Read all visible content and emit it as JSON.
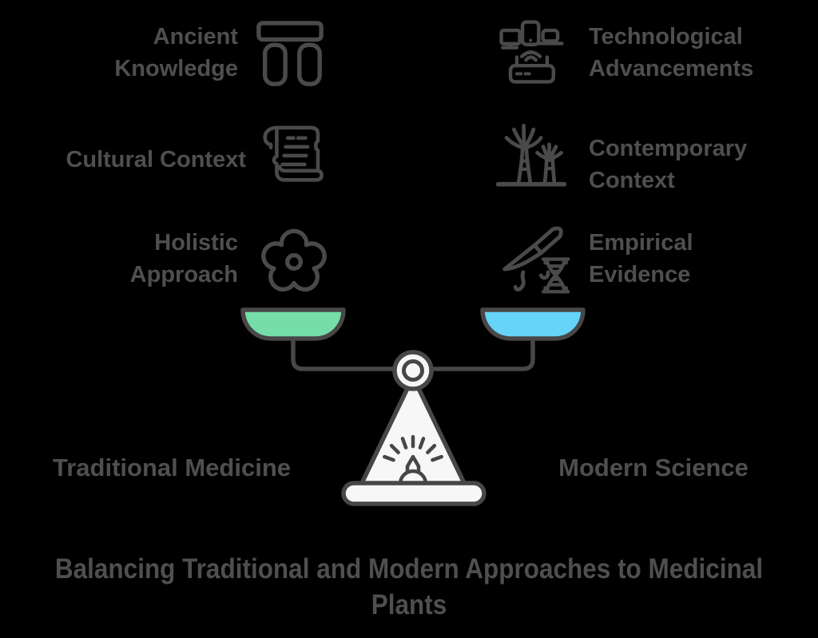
{
  "colors": {
    "background": "#000000",
    "text": "#4f4f4f",
    "icon": "#4a4a4a",
    "scale_stroke": "#474747",
    "scale_fill": "#f7f7f7",
    "pan_left": "#75dea8",
    "pan_right": "#66d3f8"
  },
  "left_column": {
    "side_label": "Traditional Medicine",
    "items": [
      {
        "label": "Ancient\nKnowledge",
        "icon": "dolmen-icon"
      },
      {
        "label": "Cultural Context",
        "icon": "scroll-icon"
      },
      {
        "label": "Holistic\nApproach",
        "icon": "flower-icon"
      }
    ]
  },
  "right_column": {
    "side_label": "Modern Science",
    "items": [
      {
        "label": "Technological\nAdvancements",
        "icon": "devices-icon"
      },
      {
        "label": "Contemporary\nContext",
        "icon": "supertrees-icon"
      },
      {
        "label": "Empirical\nEvidence",
        "icon": "scalpel-dna-icon"
      }
    ]
  },
  "caption": "Balancing Traditional and Modern Approaches to Medicinal\nPlants"
}
